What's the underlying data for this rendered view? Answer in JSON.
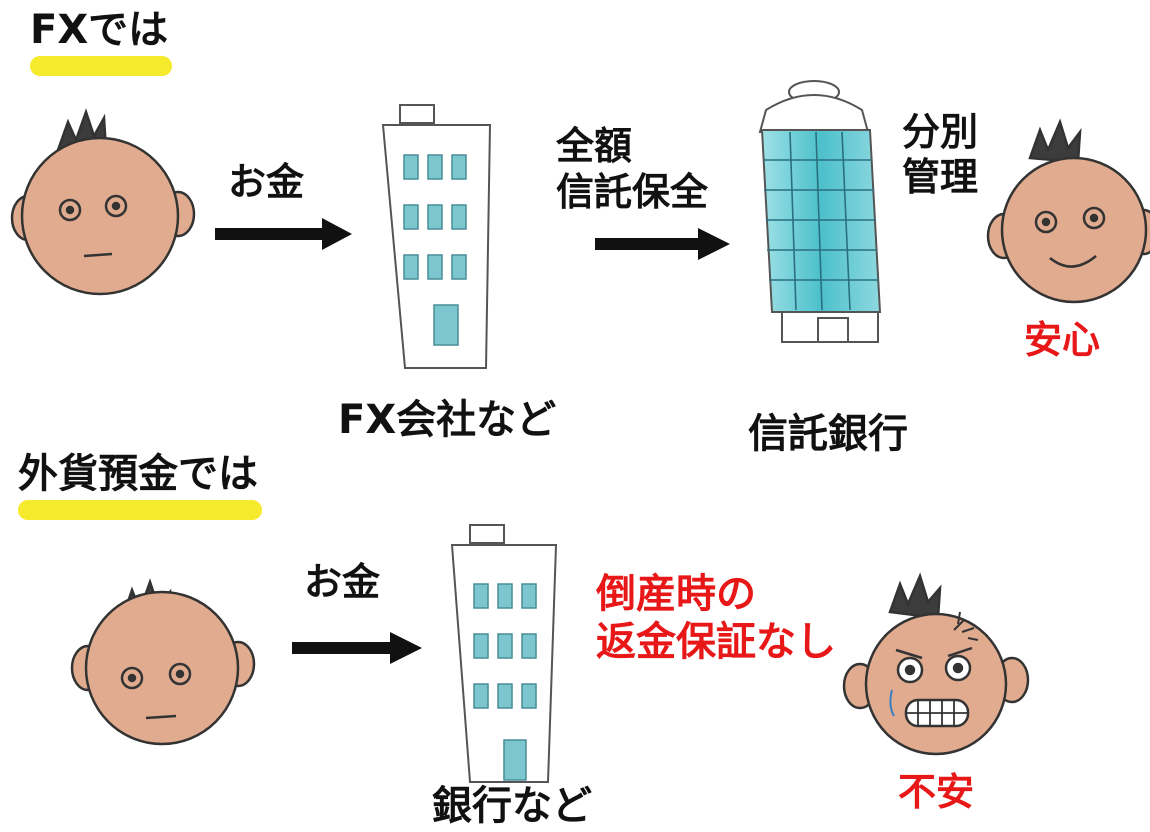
{
  "fx": {
    "heading": "FXでは",
    "money_label": "お金",
    "trust_label_line1": "全額",
    "trust_label_line2": "信託保全",
    "segregated_line1": "分別",
    "segregated_line2": "管理",
    "company_caption": "FX会社など",
    "bank_caption": "信託銀行",
    "result": "安心"
  },
  "deposit": {
    "heading": "外貨預金では",
    "money_label": "お金",
    "warning_line1": "倒産時の",
    "warning_line2": "返金保証なし",
    "bank_caption": "銀行など",
    "result": "不安"
  },
  "colors": {
    "highlight": "#f5ea2c",
    "alert_text": "#e81818",
    "skin": "#e0ab8e",
    "window": "#7cc6cf",
    "tower_glass": "#58c8d2"
  }
}
